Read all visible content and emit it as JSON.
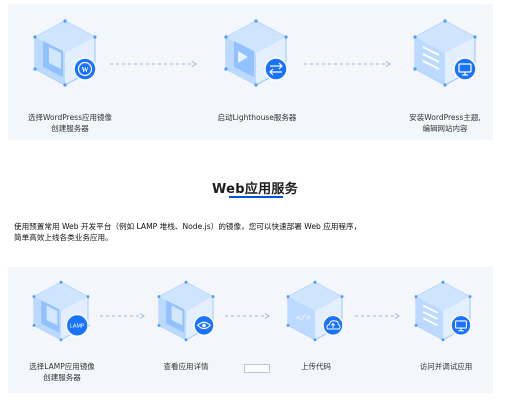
{
  "top_flow": {
    "steps": [
      {
        "label_lines": [
          "选择WordPress应用镜像",
          "创建服务器"
        ],
        "badge_icon": "wordpress-icon"
      },
      {
        "label_lines": [
          "启动Lighthouse服务器"
        ],
        "badge_icon": "swap-arrows-icon"
      },
      {
        "label_lines": [
          "安装WordPress主题,",
          "编辑网站内容"
        ],
        "badge_icon": "monitor-icon"
      }
    ]
  },
  "section": {
    "title": "Web应用服务",
    "description_lines": [
      "使用预置常用 Web 开发平台（例如 LAMP 堆栈、Node.js）的镜像，您可以快速部署 Web 应用程序，",
      "简单高效上线各类业务应用。"
    ]
  },
  "bottom_flow": {
    "steps": [
      {
        "label_lines": [
          "选择LAMP应用镜像",
          "创建服务器"
        ],
        "badge_icon": "lamp-icon",
        "badge_text": "LAMP"
      },
      {
        "label_lines": [
          "查看应用详情"
        ],
        "badge_icon": "eye-icon"
      },
      {
        "label_lines": [
          "上传代码"
        ],
        "badge_icon": "cloud-upload-icon"
      },
      {
        "label_lines": [
          "访问并调试应用"
        ],
        "badge_icon": "monitor-icon"
      }
    ]
  },
  "colors": {
    "accent": "#0052d9",
    "cube_light": "#e3efff",
    "cube_mid": "#bfdcff",
    "cube_dark": "#4e9cff",
    "badge_fill": "#1a73ff",
    "panel_bg": "#f3f6fb"
  }
}
